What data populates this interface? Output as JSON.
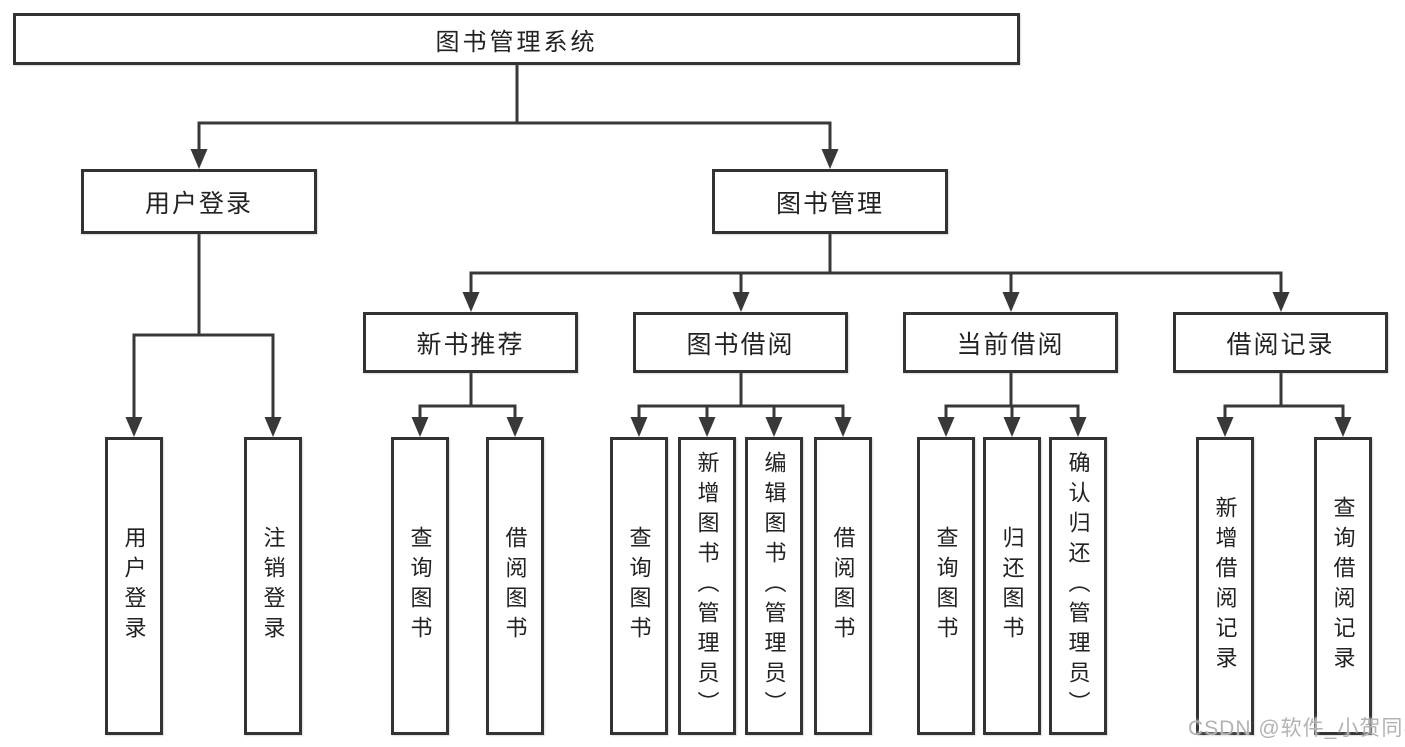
{
  "tree": {
    "root": {
      "label": "图书管理系统"
    },
    "user_login": {
      "label": "用户登录",
      "children": [
        {
          "label": "用户登录"
        },
        {
          "label": "注销登录"
        }
      ]
    },
    "book_mgmt": {
      "label": "图书管理",
      "sections": [
        {
          "label": "新书推荐",
          "children": [
            {
              "label": "查询图书"
            },
            {
              "label": "借阅图书"
            }
          ]
        },
        {
          "label": "图书借阅",
          "children": [
            {
              "label": "查询图书"
            },
            {
              "label": "新增图书（管理员）"
            },
            {
              "label": "编辑图书（管理员）"
            },
            {
              "label": "借阅图书"
            }
          ]
        },
        {
          "label": "当前借阅",
          "children": [
            {
              "label": "查询图书"
            },
            {
              "label": "归还图书"
            },
            {
              "label": "确认归还（管理员）"
            }
          ]
        },
        {
          "label": "借阅记录",
          "children": [
            {
              "label": "新增借阅记录"
            },
            {
              "label": "查询借阅记录"
            }
          ]
        }
      ]
    }
  },
  "watermark": {
    "text": "CSDN @软件_小贺同学"
  },
  "colors": {
    "line": "#383838",
    "box_border": "#333333",
    "text": "#222222",
    "background": "#ffffff",
    "watermark": "#b3b3b3"
  }
}
